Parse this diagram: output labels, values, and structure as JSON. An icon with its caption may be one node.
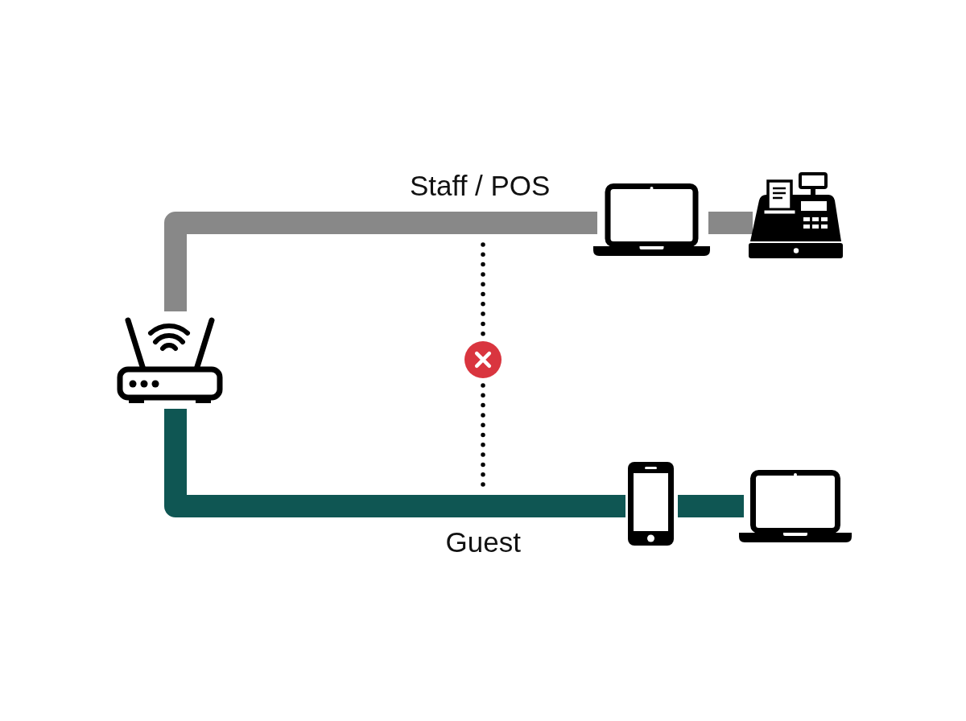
{
  "diagram": {
    "nodes": [
      {
        "text": [],
        "shape": "picture"
      },
      {
        "text": [],
        "shape": "picture"
      },
      {
        "text": [],
        "shape": "picture"
      },
      {
        "text": [],
        "shape": "circle"
      },
      {
        "text": [],
        "shape": "picture"
      },
      {
        "text": [],
        "shape": "picture"
      }
    ],
    "edges": [
      {
        "from": 0,
        "to": 1,
        "arrow": "none",
        "label": "Staff / POS",
        "color": "#888888"
      },
      {
        "from": 1,
        "to": 2,
        "arrow": "none",
        "color": "#888888"
      },
      {
        "from": null,
        "to": 3,
        "arrow": "none",
        "style": "dashed",
        "color": "#000000"
      },
      {
        "from": 3,
        "to": null,
        "arrow": "none",
        "style": "dashed",
        "color": "#000000"
      },
      {
        "from": 0,
        "to": 4,
        "arrow": "none",
        "label": "Guest",
        "color": "#0f5653"
      },
      {
        "from": 4,
        "to": 5,
        "arrow": "none",
        "color": "#0f5653"
      }
    ]
  }
}
